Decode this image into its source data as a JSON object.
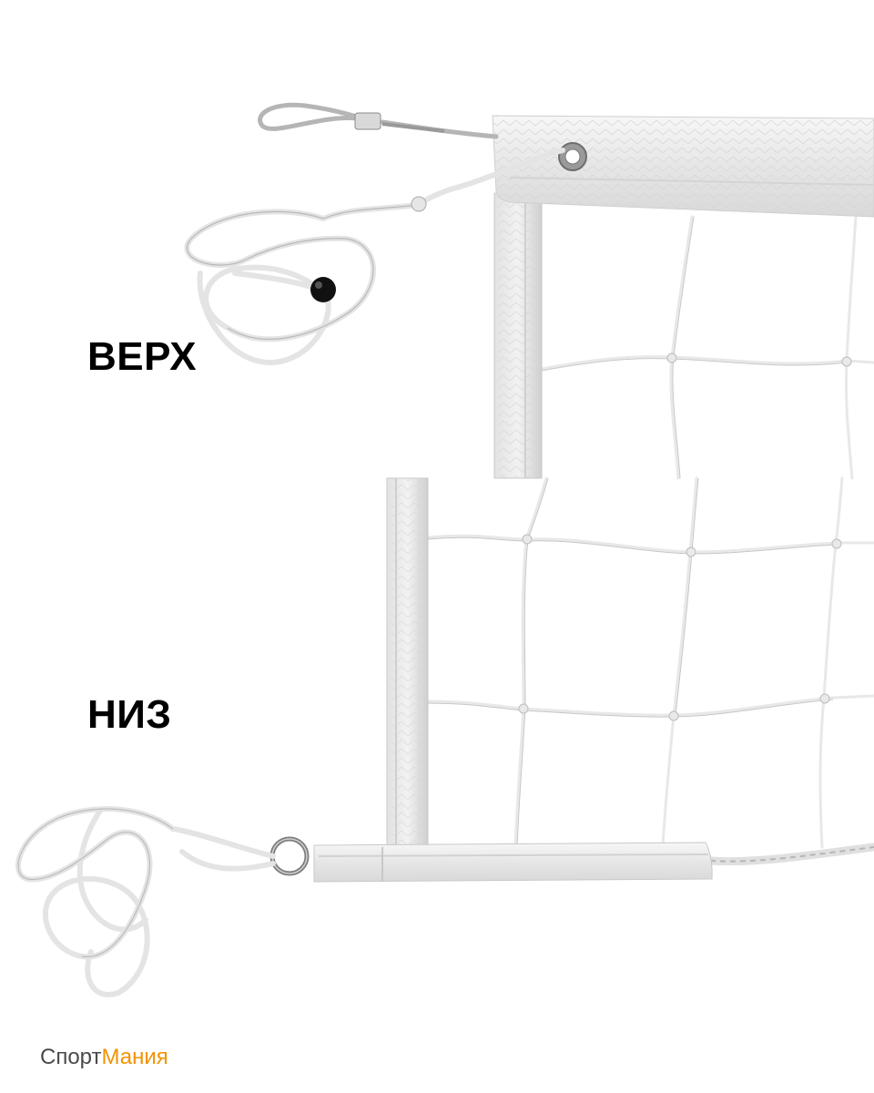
{
  "labels": {
    "top": "ВЕРХ",
    "bottom": "НИЗ"
  },
  "watermark": {
    "part1": "Спорт",
    "part2": "Мания"
  },
  "colors": {
    "background": "#ffffff",
    "label_text": "#000000",
    "net": "#f2f2f2",
    "tape": "#eeeeee",
    "cable": "#bdbdbd",
    "brand_grey": "#4a4a4a",
    "brand_orange": "#f39200"
  }
}
